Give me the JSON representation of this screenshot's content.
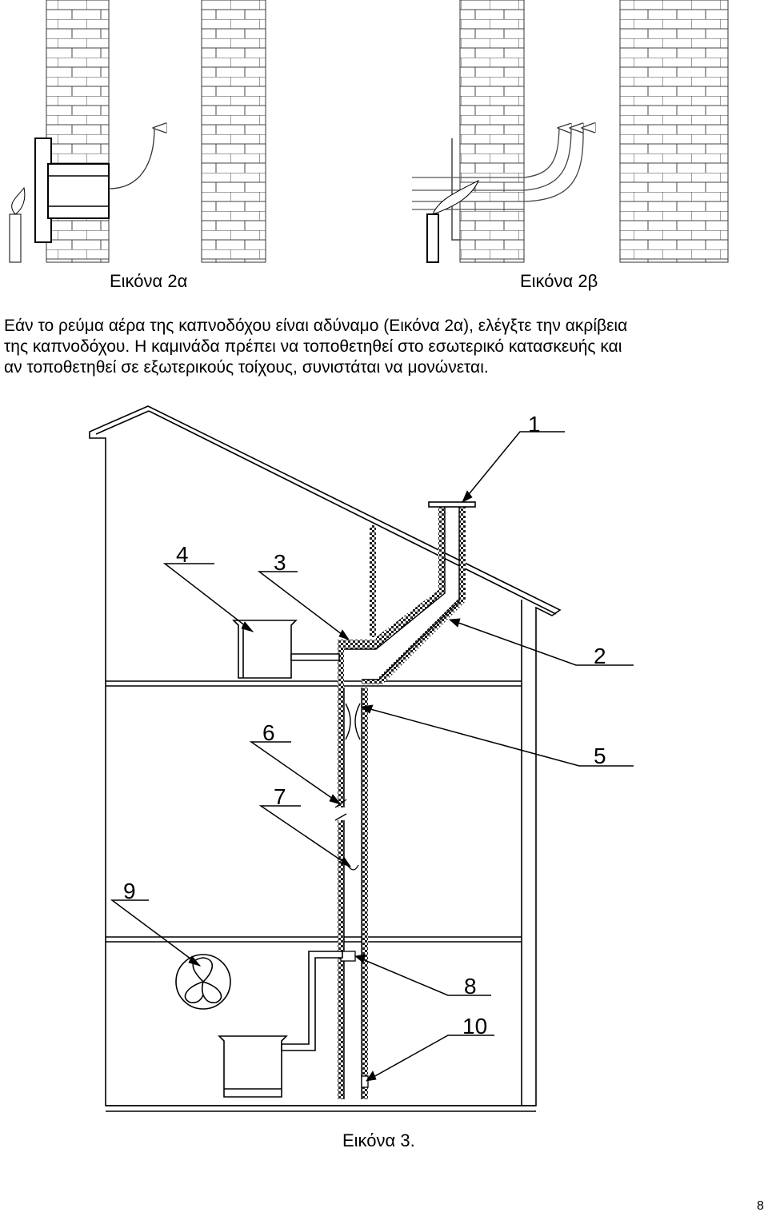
{
  "figure2": {
    "caption_a": "Εικόνα 2α",
    "caption_b": "Εικόνα 2β"
  },
  "paragraph": {
    "line1": "Εάν το ρεύμα αέρα της καπνοδόχου είναι αδύναμο (Εικόνα 2α), ελέγξτε την ακρίβεια",
    "line2": "της καπνοδόχου. Η καμινάδα πρέπει να τοποθετηθεί στο εσωτερικό κατασκευής και",
    "line3": "αν τοποθετηθεί σε εξωτερικούς τοίχους, συνιστάται να μονώνεται."
  },
  "figure3": {
    "caption": "Εικόνα 3.",
    "callouts": [
      "1",
      "2",
      "3",
      "4",
      "5",
      "6",
      "7",
      "8",
      "9",
      "10"
    ]
  },
  "page_number": "8"
}
